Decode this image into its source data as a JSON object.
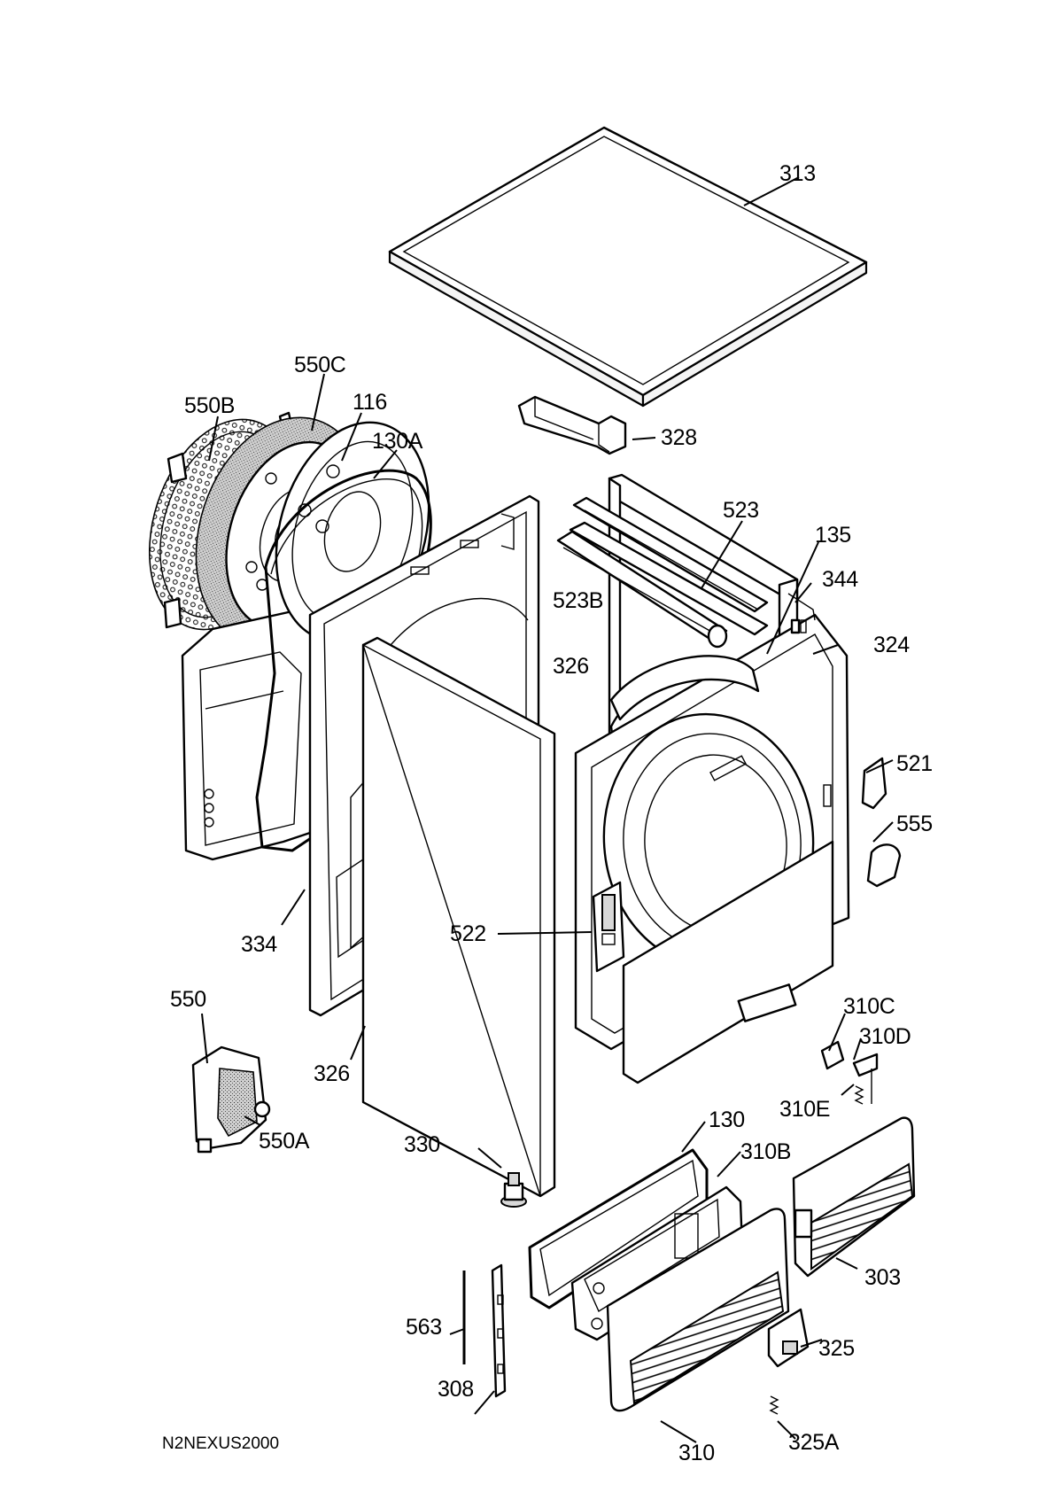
{
  "diagram": {
    "drawing_code": "N2NEXUS2000",
    "labels": [
      {
        "id": "313",
        "text": "313"
      },
      {
        "id": "550C",
        "text": "550C"
      },
      {
        "id": "116",
        "text": "116"
      },
      {
        "id": "550B",
        "text": "550B"
      },
      {
        "id": "130A",
        "text": "130A"
      },
      {
        "id": "328",
        "text": "328"
      },
      {
        "id": "523",
        "text": "523"
      },
      {
        "id": "135",
        "text": "135"
      },
      {
        "id": "523B",
        "text": "523B"
      },
      {
        "id": "344",
        "text": "344"
      },
      {
        "id": "326-top",
        "text": "326"
      },
      {
        "id": "324",
        "text": "324"
      },
      {
        "id": "521",
        "text": "521"
      },
      {
        "id": "555",
        "text": "555"
      },
      {
        "id": "334",
        "text": "334"
      },
      {
        "id": "522",
        "text": "522"
      },
      {
        "id": "550",
        "text": "550"
      },
      {
        "id": "310C",
        "text": "310C"
      },
      {
        "id": "310D",
        "text": "310D"
      },
      {
        "id": "326-bottom",
        "text": "326"
      },
      {
        "id": "310E",
        "text": "310E"
      },
      {
        "id": "550A",
        "text": "550A"
      },
      {
        "id": "130",
        "text": "130"
      },
      {
        "id": "330",
        "text": "330"
      },
      {
        "id": "310B",
        "text": "310B"
      },
      {
        "id": "303",
        "text": "303"
      },
      {
        "id": "563",
        "text": "563"
      },
      {
        "id": "325",
        "text": "325"
      },
      {
        "id": "308",
        "text": "308"
      },
      {
        "id": "325A",
        "text": "325A"
      },
      {
        "id": "310",
        "text": "310"
      }
    ]
  }
}
